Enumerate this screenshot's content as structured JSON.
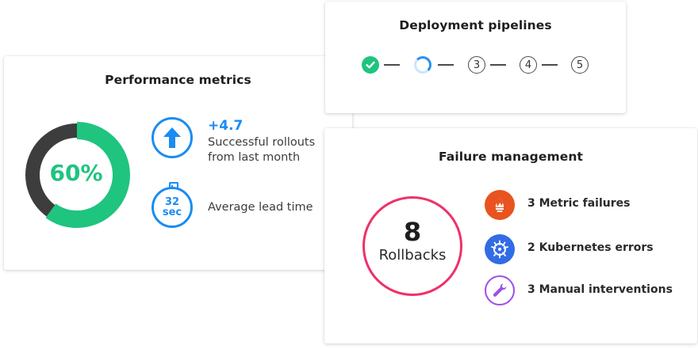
{
  "pipelines": {
    "title": "Deployment pipelines",
    "steps": [
      {
        "state": "done"
      },
      {
        "state": "in-progress"
      },
      {
        "state": "pending",
        "label": "3"
      },
      {
        "state": "pending",
        "label": "4"
      },
      {
        "state": "pending",
        "label": "5"
      }
    ]
  },
  "performance": {
    "title": "Performance metrics",
    "success_rate": {
      "display": "60%",
      "fraction": 0.6
    },
    "rollouts": {
      "change": "+4.7",
      "description": "Successful rollouts from last month"
    },
    "lead_time": {
      "value": "32",
      "unit": "sec",
      "description": "Average lead time"
    }
  },
  "failure": {
    "title": "Failure management",
    "rollbacks": {
      "count": "8",
      "label": "Rollbacks"
    },
    "items": [
      {
        "icon": "prometheus-icon",
        "label": "3 Metric failures"
      },
      {
        "icon": "kubernetes-icon",
        "label": "2 Kubernetes errors"
      },
      {
        "icon": "wrench-icon",
        "label": "3 Manual interventions"
      }
    ]
  },
  "colors": {
    "success_green": "#1fc47f",
    "donut_remainder": "#3d3d3d",
    "primary_blue": "#1a8cf2",
    "rollback_ring": "#f03068",
    "prometheus_orange": "#e8541f",
    "kubernetes_blue": "#326ce5",
    "wrench_purple": "#9f4ee8"
  }
}
